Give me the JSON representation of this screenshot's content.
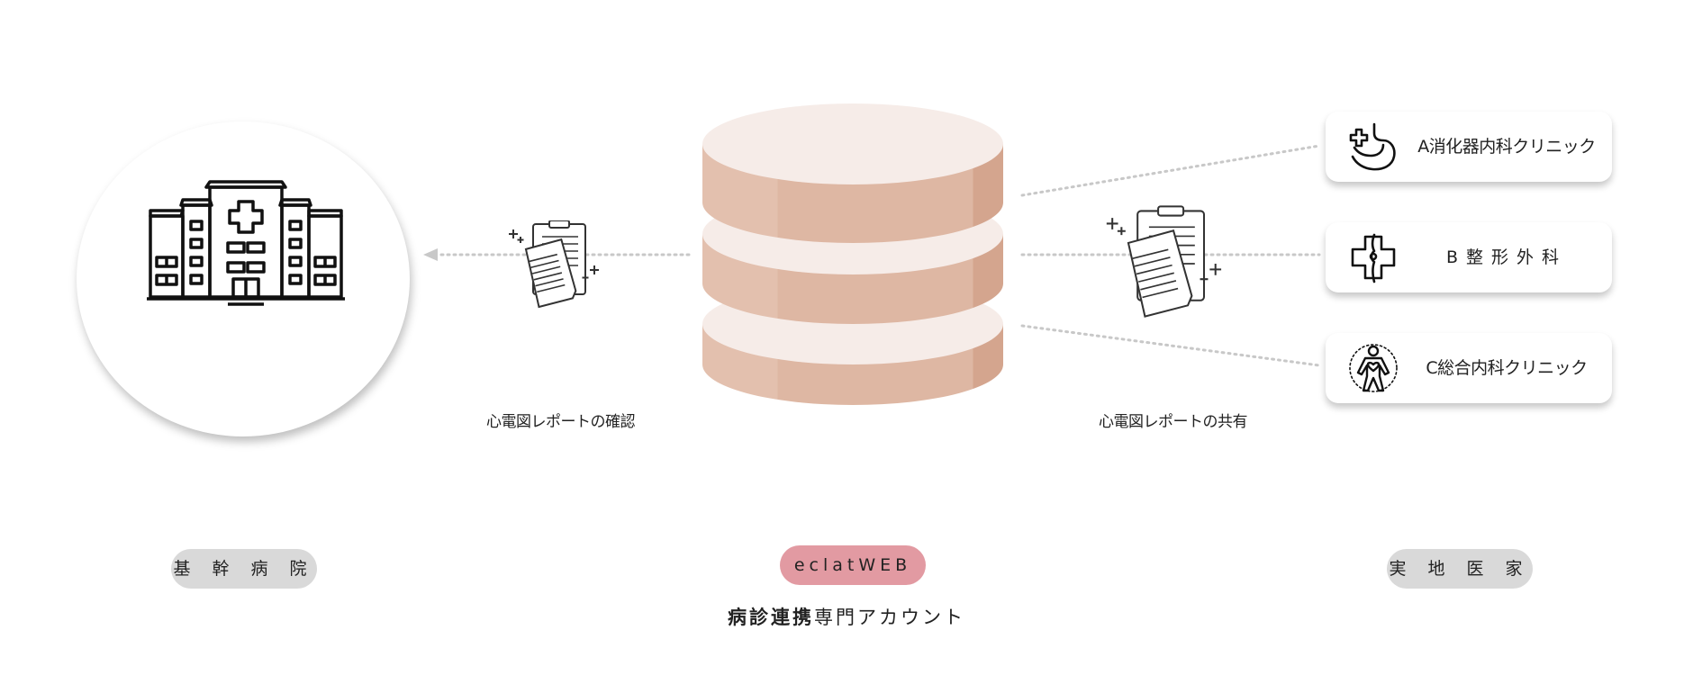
{
  "hospital": {
    "pill_label": "基 幹 病 院"
  },
  "left_flow": {
    "label": "心電図レポートの確認"
  },
  "right_flow": {
    "label": "心電図レポートの共有"
  },
  "center": {
    "pill_label": "eclatWEB",
    "account_bold": "病診連携",
    "account_rest": "専門アカウント"
  },
  "clinics": {
    "pill_label": "実 地 医 家",
    "items": [
      {
        "name": "A消化器内科クリニック",
        "icon": "stomach-icon"
      },
      {
        "name": "B整形外科",
        "icon": "orthopedic-cross-icon"
      },
      {
        "name": "C総合内科クリニック",
        "icon": "body-heart-icon"
      }
    ]
  },
  "colors": {
    "db_top": "#f6ece8",
    "db_side": "#deb7a3",
    "db_side_dark": "#d4a58e",
    "pill_accent": "#e29aa2",
    "pill_gray": "#d9d9d9",
    "dotted_line": "#c8c8c8"
  }
}
